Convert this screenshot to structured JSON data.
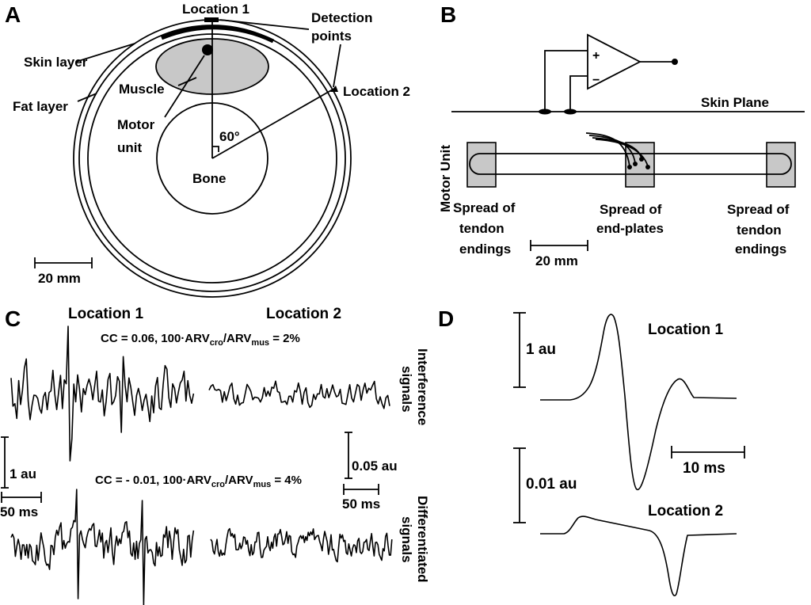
{
  "panel_a": {
    "letter": "A",
    "location_1": "Location 1",
    "detection_points_1": "Detection",
    "detection_points_2": "points",
    "skin_layer": "Skin layer",
    "muscle": "Muscle",
    "location_2": "Location 2",
    "fat_layer": "Fat layer",
    "motor_unit_1": "Motor",
    "motor_unit_2": "unit",
    "angle": "60°",
    "bone": "Bone",
    "scale": "20 mm"
  },
  "panel_b": {
    "letter": "B",
    "plus": "+",
    "minus": "−",
    "skin_plane": "Skin Plane",
    "motor_unit": "Motor Unit",
    "left_tendon_1": "Spread of",
    "left_tendon_2": "tendon",
    "left_tendon_3": "endings",
    "endplates_1": "Spread of",
    "endplates_2": "end-plates",
    "right_tendon_1": "Spread of",
    "right_tendon_2": "tendon",
    "right_tendon_3": "endings",
    "scale": "20 mm"
  },
  "panel_c": {
    "letter": "C",
    "location_1": "Location 1",
    "location_2": "Location 2",
    "cc_interference": "CC = 0.06, 100·ARV",
    "cc_interference_sub1": "cro",
    "cc_interference_mid": "/ARV",
    "cc_interference_sub2": "mus",
    "cc_interference_end": " = 2%",
    "cc_differentiated": "CC = - 0.01, 100·ARV",
    "cc_differentiated_sub1": "cro",
    "cc_differentiated_mid": "/ARV",
    "cc_differentiated_sub2": "mus",
    "cc_differentiated_end": " = 4%",
    "interference_1": "Interference",
    "interference_2": "signals",
    "differentiated_1": "Differentiated",
    "differentiated_2": "signals",
    "scale_1au": "1 au",
    "scale_005au": "0.05 au",
    "scale_50ms_left": "50 ms",
    "scale_50ms_right": "50 ms"
  },
  "panel_d": {
    "letter": "D",
    "location_1": "Location 1",
    "location_2": "Location 2",
    "scale_1au": "1 au",
    "scale_001au": "0.01 au",
    "scale_10ms": "10 ms"
  }
}
